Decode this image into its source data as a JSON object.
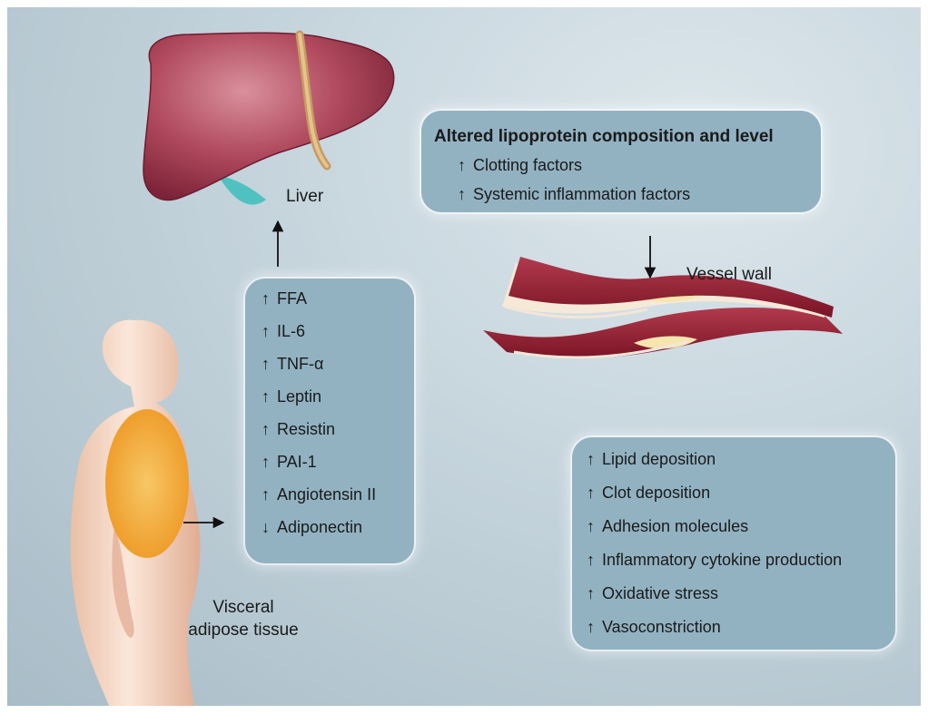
{
  "labels": {
    "liver": "Liver",
    "vessel": "Vessel wall",
    "adipose_line1": "Visceral",
    "adipose_line2": "adipose tissue"
  },
  "box_lipoprotein": {
    "title": "Altered lipoprotein composition and level",
    "items": [
      {
        "dir": "↑",
        "text": "Clotting factors"
      },
      {
        "dir": "↑",
        "text": "Systemic inflammation factors"
      }
    ]
  },
  "box_adipose": {
    "items": [
      {
        "dir": "↑",
        "text": "FFA"
      },
      {
        "dir": "↑",
        "text": "IL-6"
      },
      {
        "dir": "↑",
        "text": "TNF-α"
      },
      {
        "dir": "↑",
        "text": "Leptin"
      },
      {
        "dir": "↑",
        "text": "Resistin"
      },
      {
        "dir": "↑",
        "text": "PAI-1"
      },
      {
        "dir": "↑",
        "text": "Angiotensin II"
      },
      {
        "dir": "↓",
        "text": "Adiponectin"
      }
    ]
  },
  "box_vessel": {
    "items": [
      {
        "dir": "↑",
        "text": "Lipid deposition"
      },
      {
        "dir": "↑",
        "text": "Clot deposition"
      },
      {
        "dir": "↑",
        "text": "Adhesion molecules"
      },
      {
        "dir": "↑",
        "text": "Inflammatory cytokine production"
      },
      {
        "dir": "↑",
        "text": "Oxidative stress"
      },
      {
        "dir": "↑",
        "text": "Vasoconstriction"
      }
    ]
  },
  "colors": {
    "box_fill": "#92b2c2",
    "liver": "#a83a4f",
    "vessel": "#8f1d2f",
    "skin": "#f3d2bd",
    "fat": "#f4a62a"
  }
}
